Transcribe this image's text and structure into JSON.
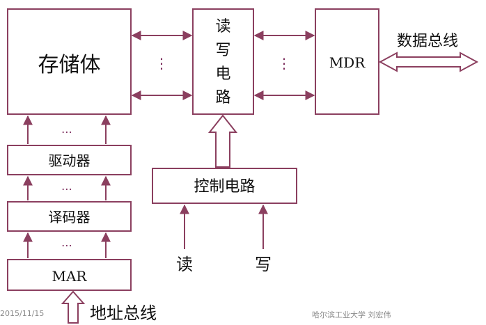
{
  "colors": {
    "box_border": "#8b3f5f",
    "arrow": "#8b3f5f",
    "dots": "#7a2a5a",
    "text": "#111111"
  },
  "boxes": {
    "storage": "存储体",
    "rw_circuit": [
      "读",
      "写",
      "电",
      "路"
    ],
    "mdr": "MDR",
    "driver": "驱动器",
    "decoder": "译码器",
    "mar": "MAR",
    "control": "控制电路"
  },
  "labels": {
    "data_bus": "数据总线",
    "address_bus": "地址总线",
    "read": "读",
    "write": "写"
  },
  "ellipsis": {
    "vertical": "⋮",
    "horizontal": "⋯"
  },
  "footer": {
    "date": "2015/11/15",
    "author": "哈尔滨工业大学  刘宏伟"
  }
}
